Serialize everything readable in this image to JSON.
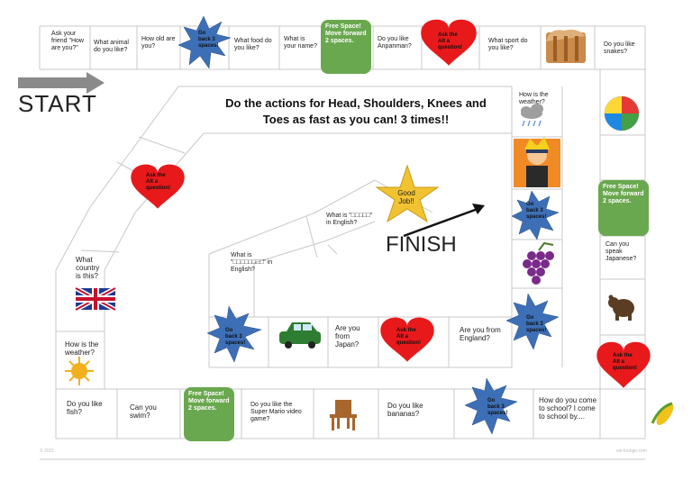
{
  "start_label": "START",
  "finish_label": "FINISH",
  "instruction": "Do the actions for Head, Shoulders, Knees and Toes as fast as you can! 3 times!!",
  "good_job": "Good Job!!",
  "free_space": "Free Space! Move forward 2 spaces.",
  "go_back": "Go back 3 spaces!",
  "ask_alt": "Ask the Alt a question!",
  "top_row": {
    "c1": "Ask your friend \"How are you?\"",
    "c2": "What animal do you like?",
    "c3": "How old are you?",
    "c5": "What food do you like?",
    "c6": "What is your name?",
    "c8": "Do you like Anpanman?",
    "c10": "What sport do you like?",
    "c12": "Do you like snakes?"
  },
  "right_col": {
    "c2": "Can you speak Japanese?"
  },
  "bottom_row": {
    "c1": "Do you like fish?",
    "c2": "Can you swim?",
    "c4": "Do you like the Super Mario video game?",
    "c6": "Do you like bananas?",
    "c8": "How do you come to school? I come to school by...."
  },
  "left_col": {
    "c1": "How is the weather?",
    "c2": "What country is this?"
  },
  "inner": {
    "weather": "How is the weather?",
    "japan": "Are you from Japan?",
    "england": "Are you from England?",
    "what_is_1": "What is \"□□□□□\" in English?",
    "what_is_2": "What is \"□□□□□□□□\" in English?"
  },
  "footer": {
    "left": "© 2021",
    "right": "esl-lounge.com"
  },
  "icons": [
    "bread-icon",
    "beach-ball-icon",
    "ninja-character-icon",
    "grapes-icon",
    "bear-icon",
    "corn-icon",
    "car-icon",
    "chair-icon",
    "sun-icon",
    "uk-flag-icon",
    "rain-cloud-icon",
    "start-arrow-icon",
    "finish-arrow-icon"
  ],
  "colors": {
    "free_green": "#6aa84f",
    "heart_red": "#e8191b",
    "star_blue": "#3d6fb6",
    "star_gold": "#f1c232"
  }
}
